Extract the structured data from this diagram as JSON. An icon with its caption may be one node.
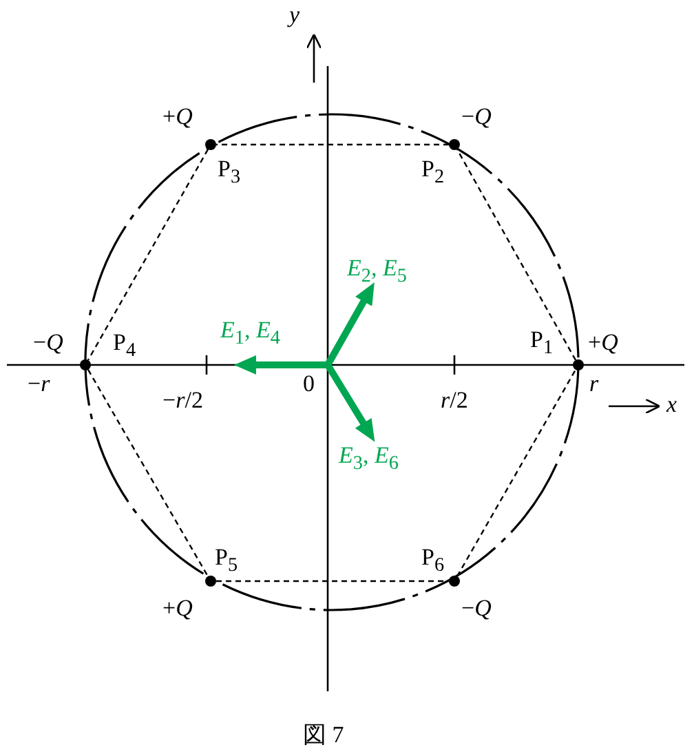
{
  "diagram": {
    "caption": "図 7",
    "nodes": [
      {
        "text": [
          "P$_{1}$"
        ],
        "beside": [
          "+*Q*"
        ]
      },
      {
        "text": [
          "P$_{2}$"
        ],
        "beside": [
          "−*Q*"
        ]
      },
      {
        "text": [
          "P$_{3}$"
        ],
        "beside": [
          "+*Q*"
        ]
      },
      {
        "text": [
          "P$_{4}$"
        ],
        "beside": [
          "−*Q*"
        ]
      },
      {
        "text": [
          "P$_{5}$"
        ],
        "beside": [
          "+*Q*"
        ]
      },
      {
        "text": [
          "P$_{6}$"
        ],
        "beside": [
          "−*Q*"
        ]
      }
    ],
    "edges": [
      {
        "from": 0,
        "to": 1,
        "arrow": "none",
        "style": "dashed"
      },
      {
        "from": 1,
        "to": 2,
        "arrow": "none",
        "style": "dashed"
      },
      {
        "from": 2,
        "to": 3,
        "arrow": "none",
        "style": "dashed"
      },
      {
        "from": 3,
        "to": 4,
        "arrow": "none",
        "style": "dashed"
      },
      {
        "from": 4,
        "to": 5,
        "arrow": "none",
        "style": "dashed"
      },
      {
        "from": 5,
        "to": 0,
        "arrow": "none",
        "style": "dashed"
      }
    ],
    "labels": [
      "*y*",
      "*E*$_{2}$, *E*$_{5}$",
      "*E*$_{1}$, *E*$_{4}$",
      "−*r*",
      "0",
      "*r*",
      "*x*",
      "−*r*/2",
      "*r*/2",
      "*E*$_{3}$, *E*$_{6}$"
    ]
  }
}
